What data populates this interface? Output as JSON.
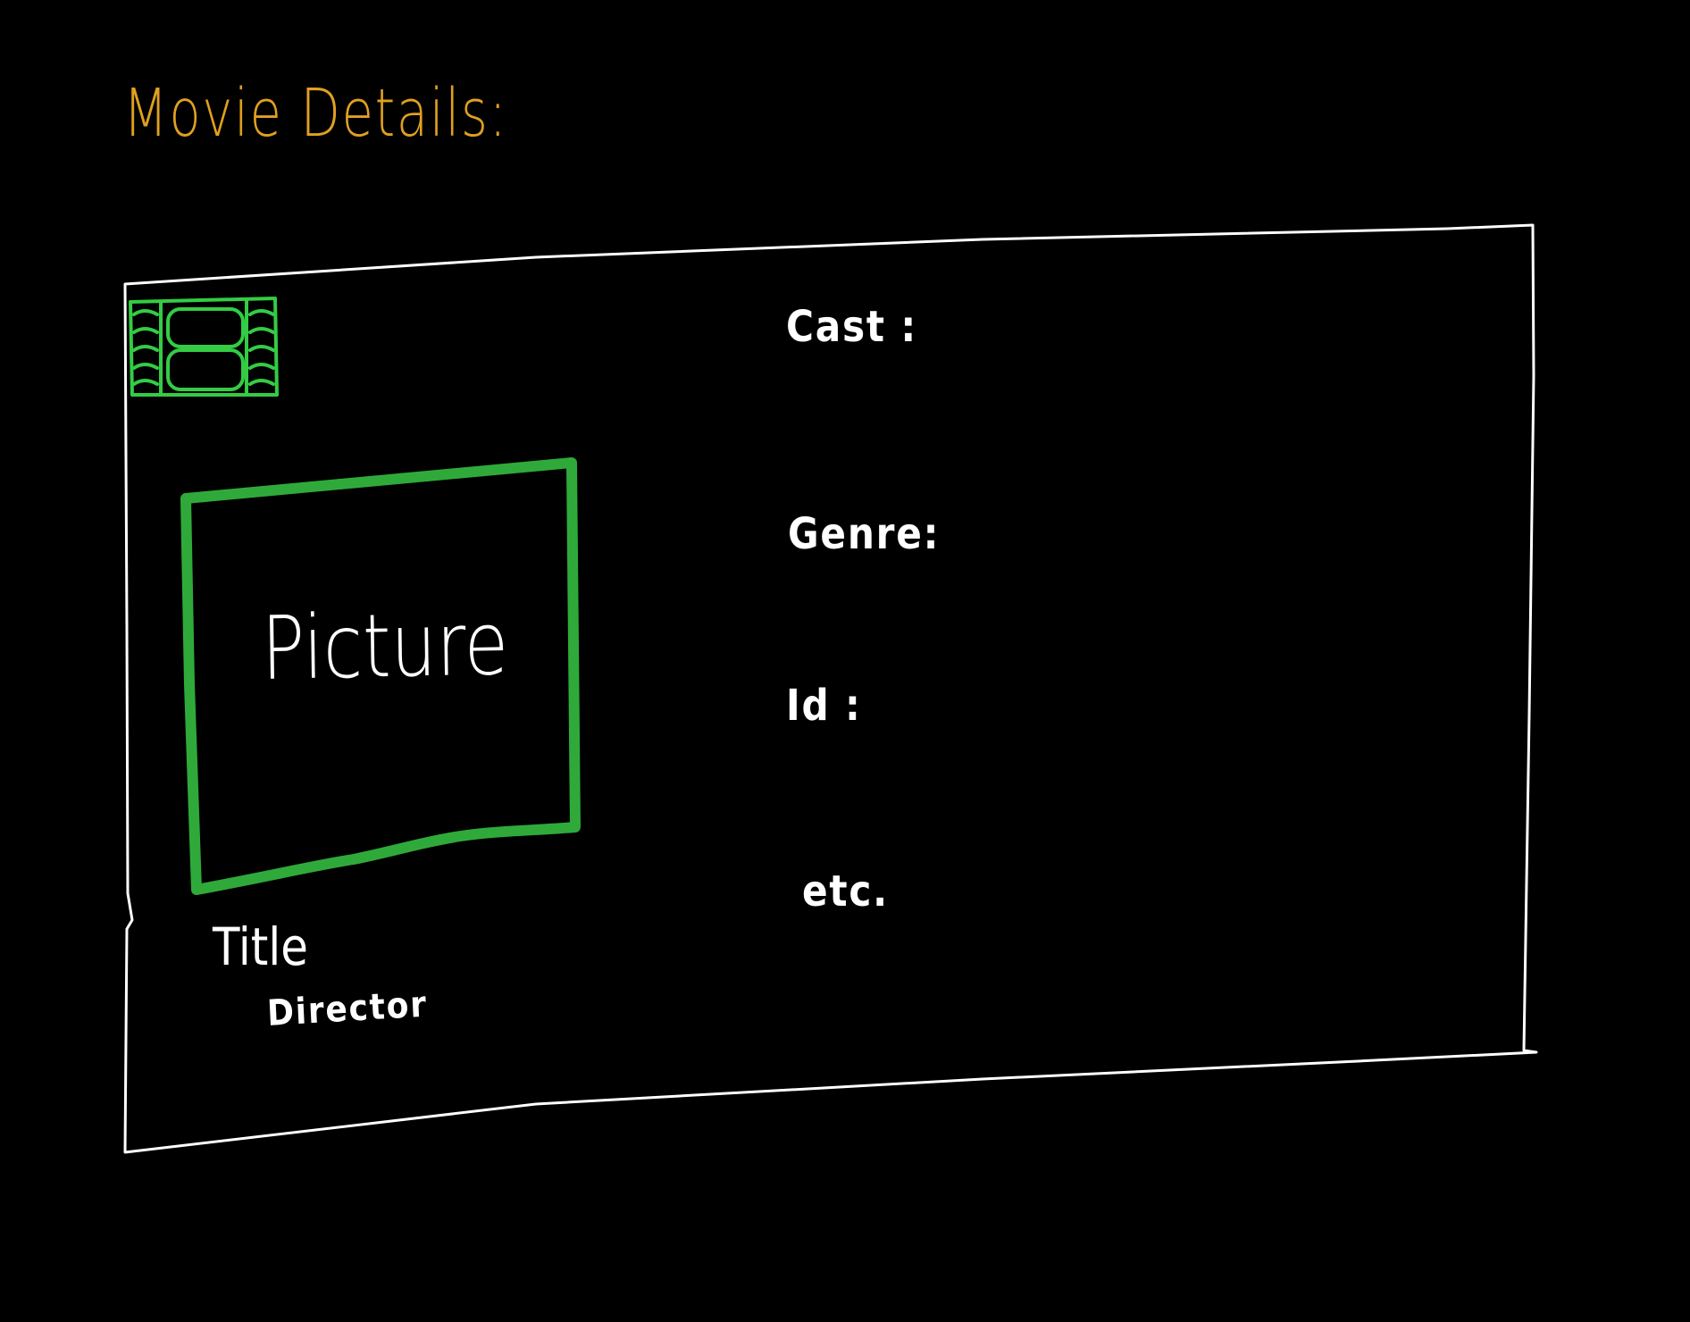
{
  "header": {
    "title": "Movie   Details:"
  },
  "card": {
    "film_icon": "film-strip-icon",
    "picture_placeholder": "Picture",
    "movie_title": "Title",
    "movie_director": "Director",
    "details": {
      "cast_label": "Cast :",
      "genre_label": "Genre:",
      "id_label": "Id :",
      "etc_label": "etc."
    }
  },
  "colors": {
    "background": "#000000",
    "title_accent": "#e0a020",
    "outline": "#ffffff",
    "picture_border": "#2faa3a",
    "icon": "#33cc44"
  }
}
